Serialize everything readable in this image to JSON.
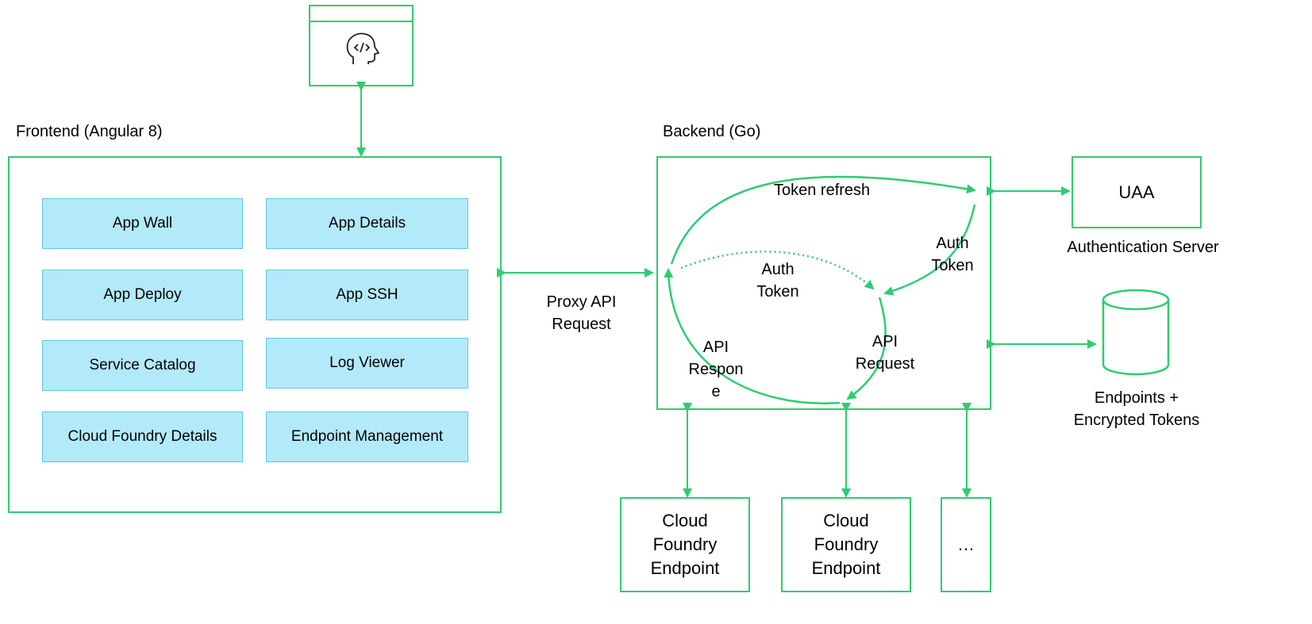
{
  "frontend": {
    "title": "Frontend (Angular 8)",
    "modules": [
      "App Wall",
      "App Details",
      "App Deploy",
      "App SSH",
      "Service Catalog",
      "Log Viewer",
      "Cloud Foundry Details",
      "Endpoint Management"
    ]
  },
  "browser": {
    "icon": "developer-head-icon"
  },
  "proxy_label": "Proxy API\nRequest",
  "backend": {
    "title": "Backend (Go)",
    "flows": {
      "token_refresh": "Token refresh",
      "auth_token_right": "Auth\nToken",
      "auth_token_center": "Auth\nToken",
      "api_request": "API\nRequest",
      "api_response": "API\nRespon\ne"
    }
  },
  "uaa": {
    "label": "UAA",
    "caption": "Authentication Server"
  },
  "database": {
    "icon": "database-icon",
    "caption": "Endpoints +\nEncrypted Tokens"
  },
  "endpoints": [
    "Cloud\nFoundry\nEndpoint",
    "Cloud\nFoundry\nEndpoint",
    "…"
  ],
  "colors": {
    "connector": "#2ecc71",
    "module_fill": "#b3eafa"
  }
}
